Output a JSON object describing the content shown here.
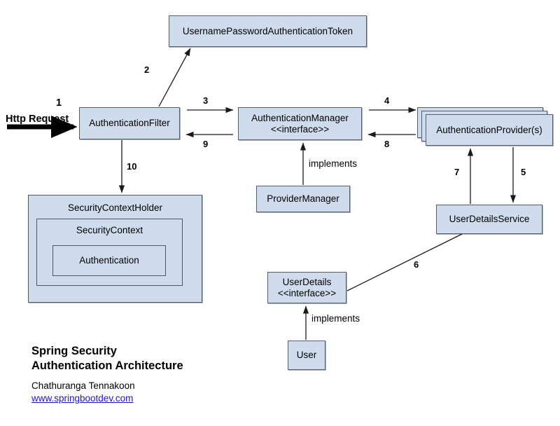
{
  "diagram": {
    "title_lines": [
      "Spring Security",
      "Authentication Architecture"
    ],
    "author": "Chathuranga Tennakoon",
    "website": "www.springbootdev.com",
    "colors": {
      "node_fill": "#cfdced",
      "node_border": "#555f6b",
      "link": "#1919c8",
      "arrow": "#000000",
      "background": "#ffffff"
    },
    "nodes": {
      "token": "UsernamePasswordAuthenticationToken",
      "auth_filter": "AuthenticationFilter",
      "auth_manager": "AuthenticationManager\n<<interface>>",
      "auth_provider": "AuthenticationProvider(s)",
      "provider_manager": "ProviderManager",
      "user_details_service": "UserDetailsService",
      "user_details": "UserDetails\n<<interface>>",
      "user": "User",
      "security_context_holder": "SecurityContextHolder",
      "security_context": "SecurityContext",
      "authentication": "Authentication"
    },
    "edge_labels": {
      "step1": "1",
      "step2": "2",
      "step3": "3",
      "step4": "4",
      "step5": "5",
      "step6": "6",
      "step7": "7",
      "step8": "8",
      "step9": "9",
      "step10": "10",
      "http_request": "Http Request",
      "implements_manager": "implements",
      "implements_user": "implements"
    }
  }
}
